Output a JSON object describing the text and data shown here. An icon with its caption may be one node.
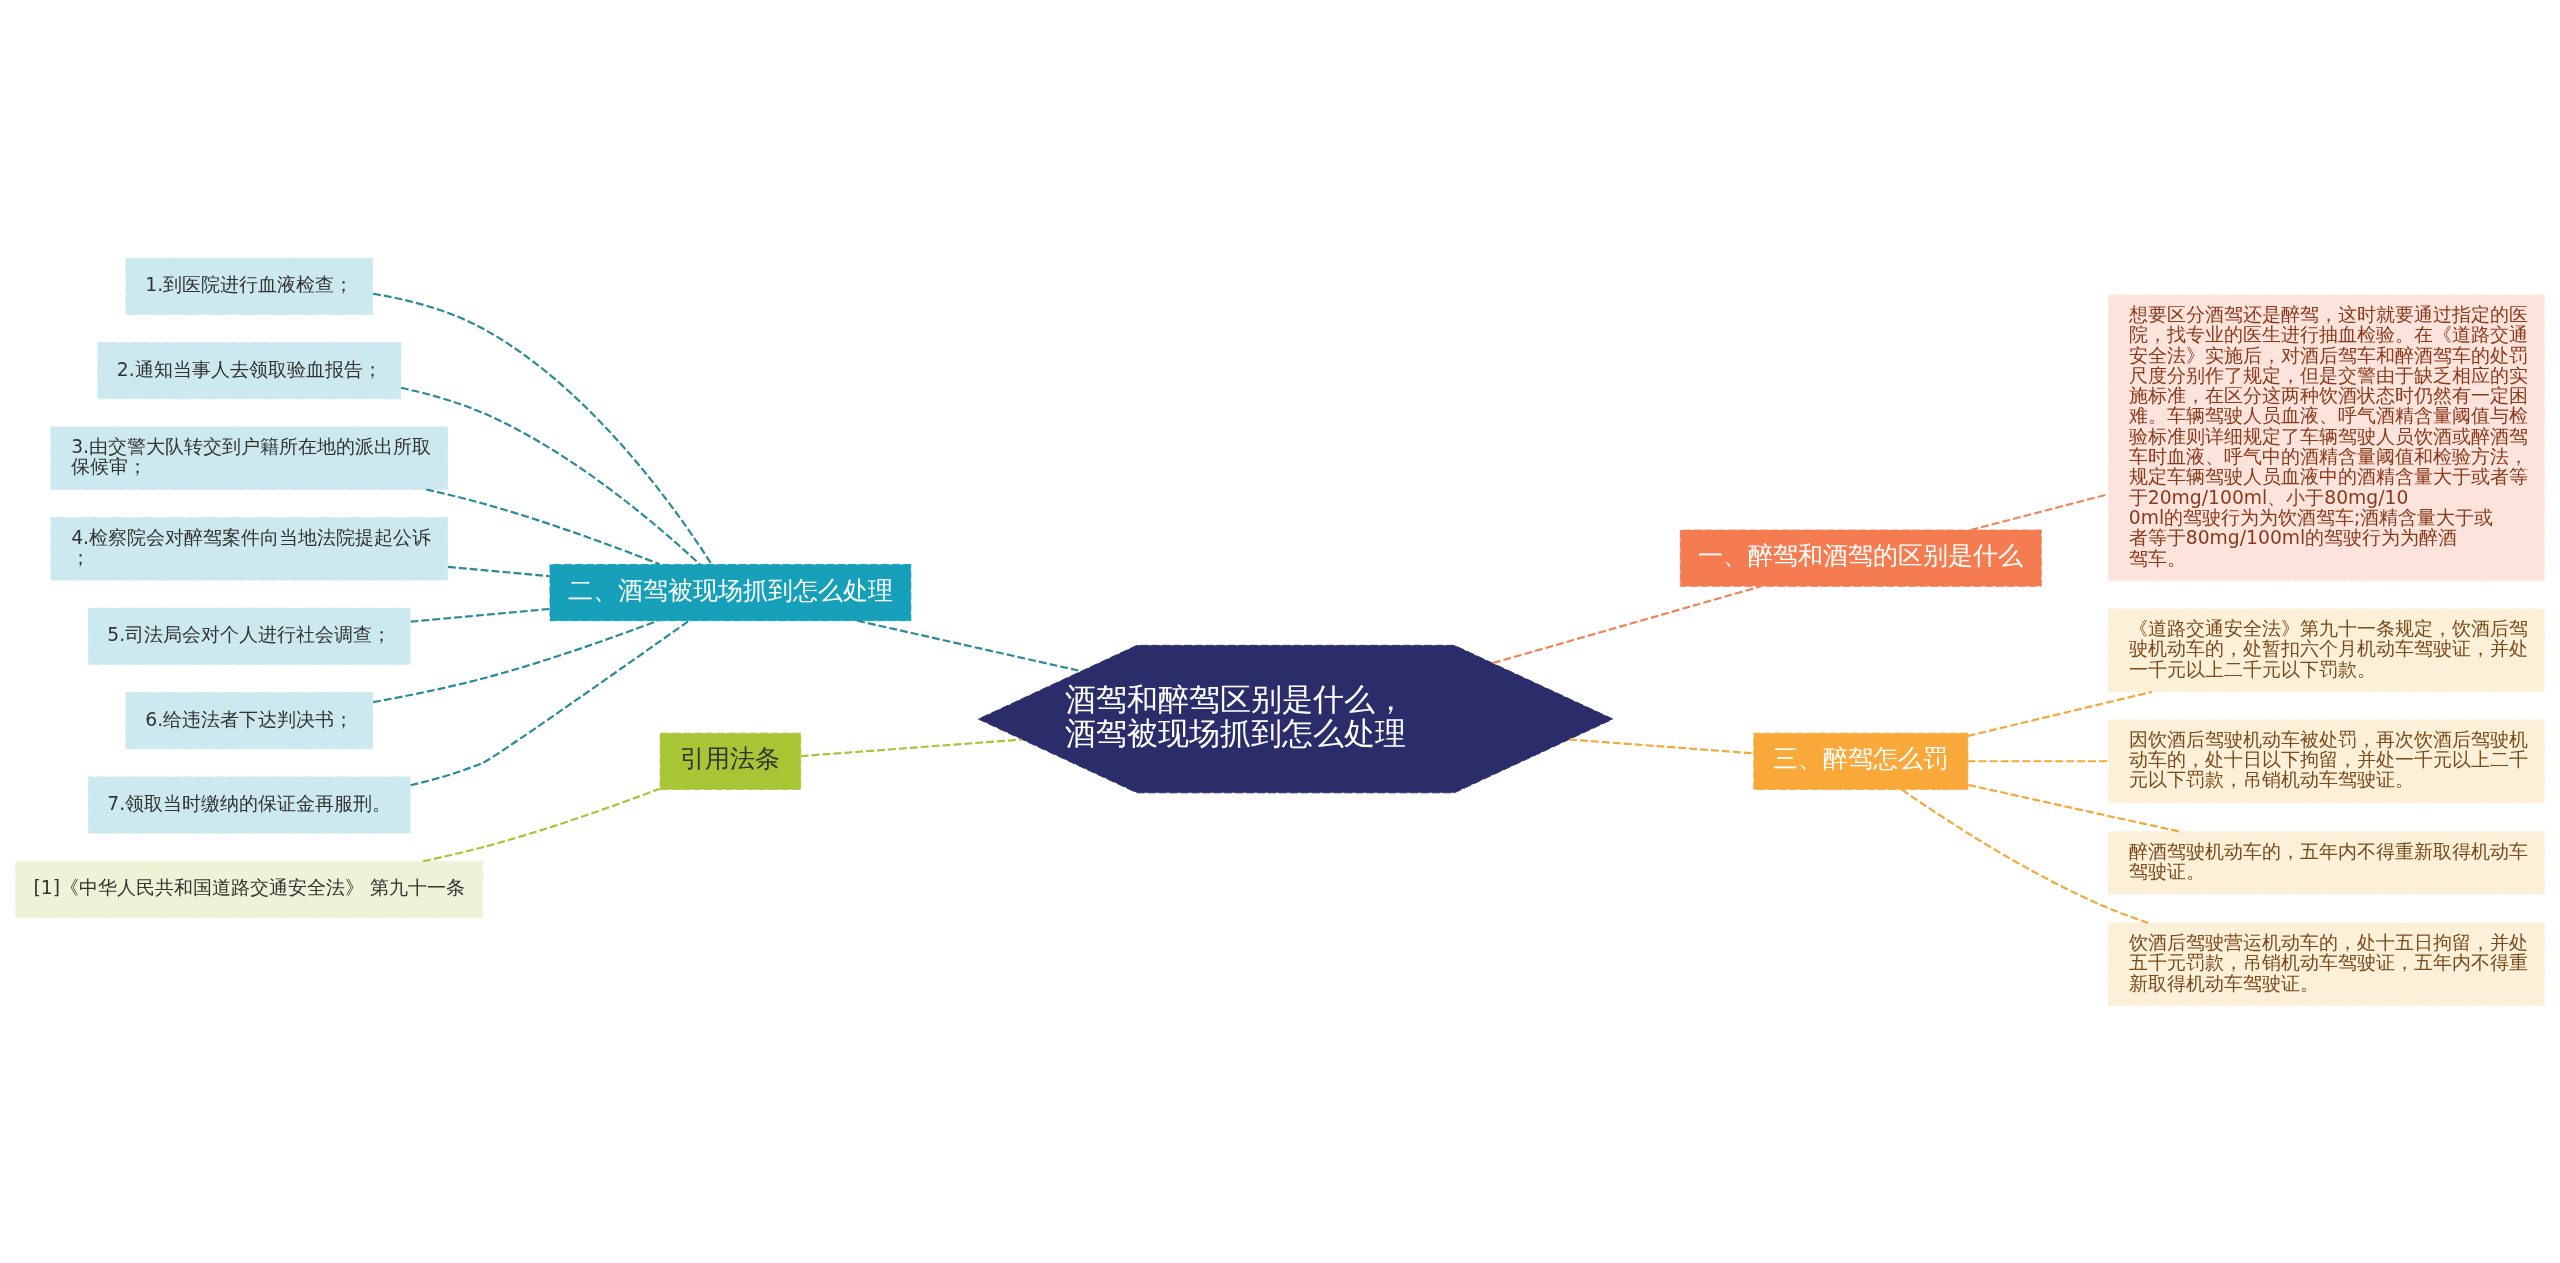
{
  "diagram": {
    "nodes": [
      {
        "text": [
          "酒驾和醉驾区别是什么，酒驾被现场抓到怎么处理"
        ]
      },
      {
        "text": [
          "二、酒驾被现场抓到怎么处理"
        ]
      },
      {
        "text": [
          "1.到医院进行血液检查；"
        ]
      },
      {
        "text": [
          "2.通知当事人去领取验血报告；"
        ]
      },
      {
        "text": [
          "3.由交警大队转交到户籍所在地的派出所取保候审；"
        ]
      },
      {
        "text": [
          "4.检察院会对醉驾案件向当地法院提起公诉；"
        ]
      },
      {
        "text": [
          "5.司法局会对个人进行社会调查；"
        ]
      },
      {
        "text": [
          "6.给违法者下达判决书；"
        ]
      },
      {
        "text": [
          "7.领取当时缴纳的保证金再服刑。"
        ]
      },
      {
        "text": [
          "引用法条"
        ]
      },
      {
        "text": [
          "[1]《中华人民共和国道路交通安全法》 第九十一条"
        ]
      },
      {
        "text": [
          "一、醉驾和酒驾的区别是什么"
        ]
      },
      {
        "text": [
          "想要区分酒驾还是醉驾，这时就要通过指定的医院，找专业的医生进行抽血检验。在《道路交通安全法》实施后，对酒后驾车和醉酒驾车的处罚尺度分别作了规定，但是交警由于缺乏相应的实施标准，在区分这两种饮酒状态时仍然有一定困难。车辆驾驶人员血液、呼气酒精含量阈值与检验标准则详细规定了车辆驾驶人员饮酒或醉酒驾车时血液、呼气中的酒精含量阈值和检验方法，规定车辆驾驶人员血液中的酒精含量大于或者等于20mg/100ml、小于80mg/100ml的驾驶行为为饮酒驾车;酒精含量大于或者等于80mg/100ml的驾驶行为为醉酒驾车。"
        ]
      },
      {
        "text": [
          "三、醉驾怎么罚"
        ]
      },
      {
        "text": [
          "《道路交通安全法》第九十一条规定，饮酒后驾驶机动车的，处暂扣六个月机动车驾驶证，并处一千元以上二千元以下罚款。"
        ]
      },
      {
        "text": [
          "因饮酒后驾驶机动车被处罚，再次饮酒后驾驶机动车的，处十日以下拘留，并处一千元以上二千元以下罚款，吊销机动车驾驶证。"
        ]
      },
      {
        "text": [
          "醉酒驾驶机动车的，五年内不得重新取得机动车驾驶证。"
        ]
      },
      {
        "text": [
          "饮酒后驾驶营运机动车的，处十五日拘留，并处五千元罚款，吊销机动车驾驶证，五年内不得重新取得机动车驾驶证。"
        ]
      }
    ],
    "edges": [
      {
        "from": 0,
        "to": 1,
        "arrow": "none",
        "style": "dashed"
      },
      {
        "from": 1,
        "to": 2,
        "arrow": "none",
        "style": "dashed"
      },
      {
        "from": 1,
        "to": 3,
        "arrow": "none",
        "style": "dashed"
      },
      {
        "from": 1,
        "to": 4,
        "arrow": "none",
        "style": "dashed"
      },
      {
        "from": 1,
        "to": 5,
        "arrow": "none",
        "style": "dashed"
      },
      {
        "from": 1,
        "to": 6,
        "arrow": "none",
        "style": "dashed"
      },
      {
        "from": 1,
        "to": 7,
        "arrow": "none",
        "style": "dashed"
      },
      {
        "from": 1,
        "to": 8,
        "arrow": "none",
        "style": "dashed"
      },
      {
        "from": 0,
        "to": 9,
        "arrow": "none",
        "style": "dashed",
        "color": "#a8c536"
      },
      {
        "from": 9,
        "to": 10,
        "arrow": "none",
        "style": "dashed",
        "color": "#a8c536"
      },
      {
        "from": 0,
        "to": 11,
        "arrow": "none",
        "style": "dashed",
        "color": "#f08458"
      },
      {
        "from": 11,
        "to": 12,
        "arrow": "none",
        "style": "dashed",
        "color": "#f08458"
      },
      {
        "from": 0,
        "to": 13,
        "arrow": "none",
        "style": "dashed",
        "color": "#f5a83a"
      },
      {
        "from": 13,
        "to": 14,
        "arrow": "none",
        "style": "dashed",
        "color": "#f5a83a"
      },
      {
        "from": 13,
        "to": 15,
        "arrow": "none",
        "style": "dashed",
        "color": "#f5a83a"
      },
      {
        "from": 13,
        "to": 16,
        "arrow": "none",
        "style": "dashed",
        "color": "#f5a83a"
      },
      {
        "from": 13,
        "to": 17,
        "arrow": "none",
        "style": "dashed",
        "color": "#f5a83a"
      }
    ]
  }
}
